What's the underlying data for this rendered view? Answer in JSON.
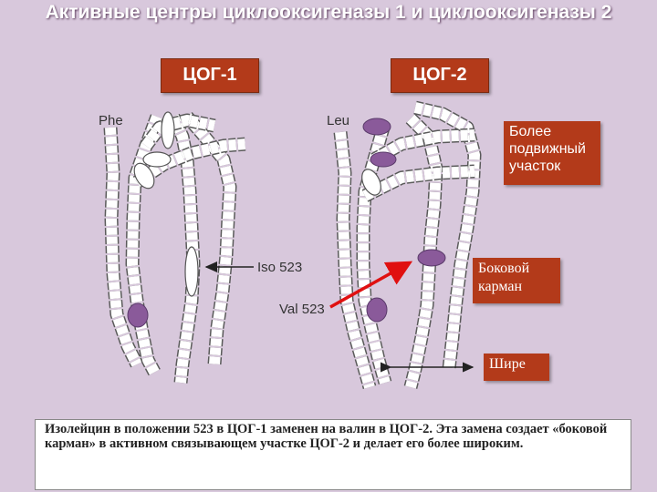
{
  "slide": {
    "title": "Активные центры циклооксигеназы 1 и циклооксигеназы 2",
    "tag_left": "ЦОГ-1",
    "tag_right": "ЦОГ-2"
  },
  "diagram": {
    "labels": {
      "phe": "Phe",
      "leu": "Leu",
      "iso": "Iso 523",
      "val": "Val 523"
    },
    "callouts": {
      "mobile": "Более подвижный участок",
      "side_pocket": "Боковой карман",
      "wider": "Шире"
    },
    "colors": {
      "accent": "#b33a1a",
      "residue_purple": "#8a5a9a",
      "arrow_red": "#e01010"
    }
  },
  "note": {
    "text": "Изолейцин в положении 523 в ЦОГ-1 заменен на валин в ЦОГ-2. Эта замена создает «боковой карман» в активном связывающем участке ЦОГ-2 и делает его более широким."
  }
}
